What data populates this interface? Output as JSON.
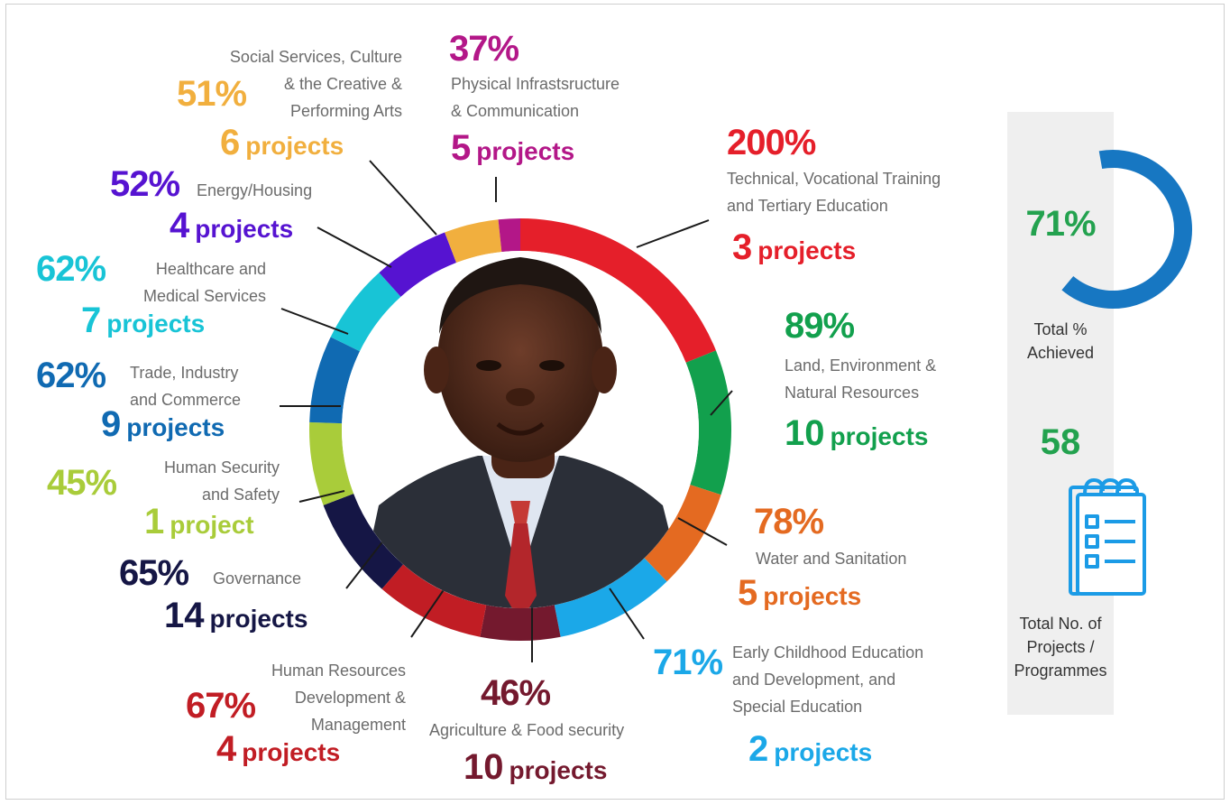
{
  "colors": {
    "technical": "#e51f2a",
    "land": "#12a04d",
    "water": "#e46a21",
    "early": "#1ba8e8",
    "agriculture": "#74192e",
    "hr": "#c11d24",
    "governance": "#151645",
    "human_security": "#a9cc3a",
    "trade": "#106ab2",
    "healthcare": "#18c4d6",
    "energy": "#5613d1",
    "social": "#f1af3e",
    "physical": "#b31788",
    "total_ring": "#1777c2",
    "total_text": "#23a24f",
    "icon": "#1b9be6"
  },
  "chart_data": {
    "type": "donut",
    "categories": [
      {
        "key": "technical",
        "percent": "200%",
        "description": [
          "Technical, Vocational Training",
          "and Tertiary Education"
        ],
        "projects": 3,
        "projects_label": "projects"
      },
      {
        "key": "land",
        "percent": "89%",
        "description": [
          "Land, Environment &",
          "Natural Resources"
        ],
        "projects": 10,
        "projects_label": "projects"
      },
      {
        "key": "water",
        "percent": "78%",
        "description": [
          "Water and Sanitation"
        ],
        "projects": 5,
        "projects_label": "projects"
      },
      {
        "key": "early",
        "percent": "71%",
        "description": [
          "Early Childhood Education",
          "and Development, and",
          "Special Education"
        ],
        "projects": 2,
        "projects_label": "projects"
      },
      {
        "key": "agriculture",
        "percent": "46%",
        "description": [
          "Agriculture & Food security"
        ],
        "projects": 10,
        "projects_label": "projects"
      },
      {
        "key": "hr",
        "percent": "67%",
        "description": [
          "Human Resources",
          "Development &",
          "Management"
        ],
        "projects": 4,
        "projects_label": "projects"
      },
      {
        "key": "governance",
        "percent": "65%",
        "description": [
          "Governance"
        ],
        "projects": 14,
        "projects_label": "projects"
      },
      {
        "key": "human_security",
        "percent": "45%",
        "description": [
          "Human Security",
          "and Safety"
        ],
        "projects": 1,
        "projects_label": "project"
      },
      {
        "key": "trade",
        "percent": "62%",
        "description": [
          "Trade, Industry",
          "and Commerce"
        ],
        "projects": 9,
        "projects_label": "projects"
      },
      {
        "key": "healthcare",
        "percent": "62%",
        "description": [
          "Healthcare and",
          "Medical Services"
        ],
        "projects": 7,
        "projects_label": "projects"
      },
      {
        "key": "energy",
        "percent": "52%",
        "description": [
          "Energy/Housing"
        ],
        "projects": 4,
        "projects_label": "projects"
      },
      {
        "key": "social",
        "percent": "51%",
        "description": [
          "Social Services, Culture",
          "& the Creative &",
          "Performing Arts"
        ],
        "projects": 6,
        "projects_label": "projects"
      },
      {
        "key": "physical",
        "percent": "37%",
        "description": [
          "Physical Infrastsructure",
          "& Communication"
        ],
        "projects": 5,
        "projects_label": "projects"
      }
    ],
    "ring_arcs_degrees": [
      {
        "key": "technical",
        "from": 0,
        "to": 68
      },
      {
        "key": "land",
        "from": 68,
        "to": 108
      },
      {
        "key": "water",
        "from": 108,
        "to": 136
      },
      {
        "key": "early",
        "from": 136,
        "to": 169
      },
      {
        "key": "agriculture",
        "from": 169,
        "to": 191
      },
      {
        "key": "hr",
        "from": 191,
        "to": 221
      },
      {
        "key": "governance",
        "from": 221,
        "to": 249
      },
      {
        "key": "human_security",
        "from": 249,
        "to": 272
      },
      {
        "key": "trade",
        "from": 272,
        "to": 296
      },
      {
        "key": "healthcare",
        "from": 296,
        "to": 318
      },
      {
        "key": "energy",
        "from": 318,
        "to": 339
      },
      {
        "key": "social",
        "from": 339,
        "to": 354
      },
      {
        "key": "physical",
        "from": 354,
        "to": 360
      }
    ]
  },
  "summary": {
    "total_percent": "71%",
    "total_percent_value": 71,
    "total_percent_label": [
      "Total %",
      "Achieved"
    ],
    "total_projects": "58",
    "total_projects_label": [
      "Total No. of",
      "Projects /",
      "Programmes"
    ]
  }
}
